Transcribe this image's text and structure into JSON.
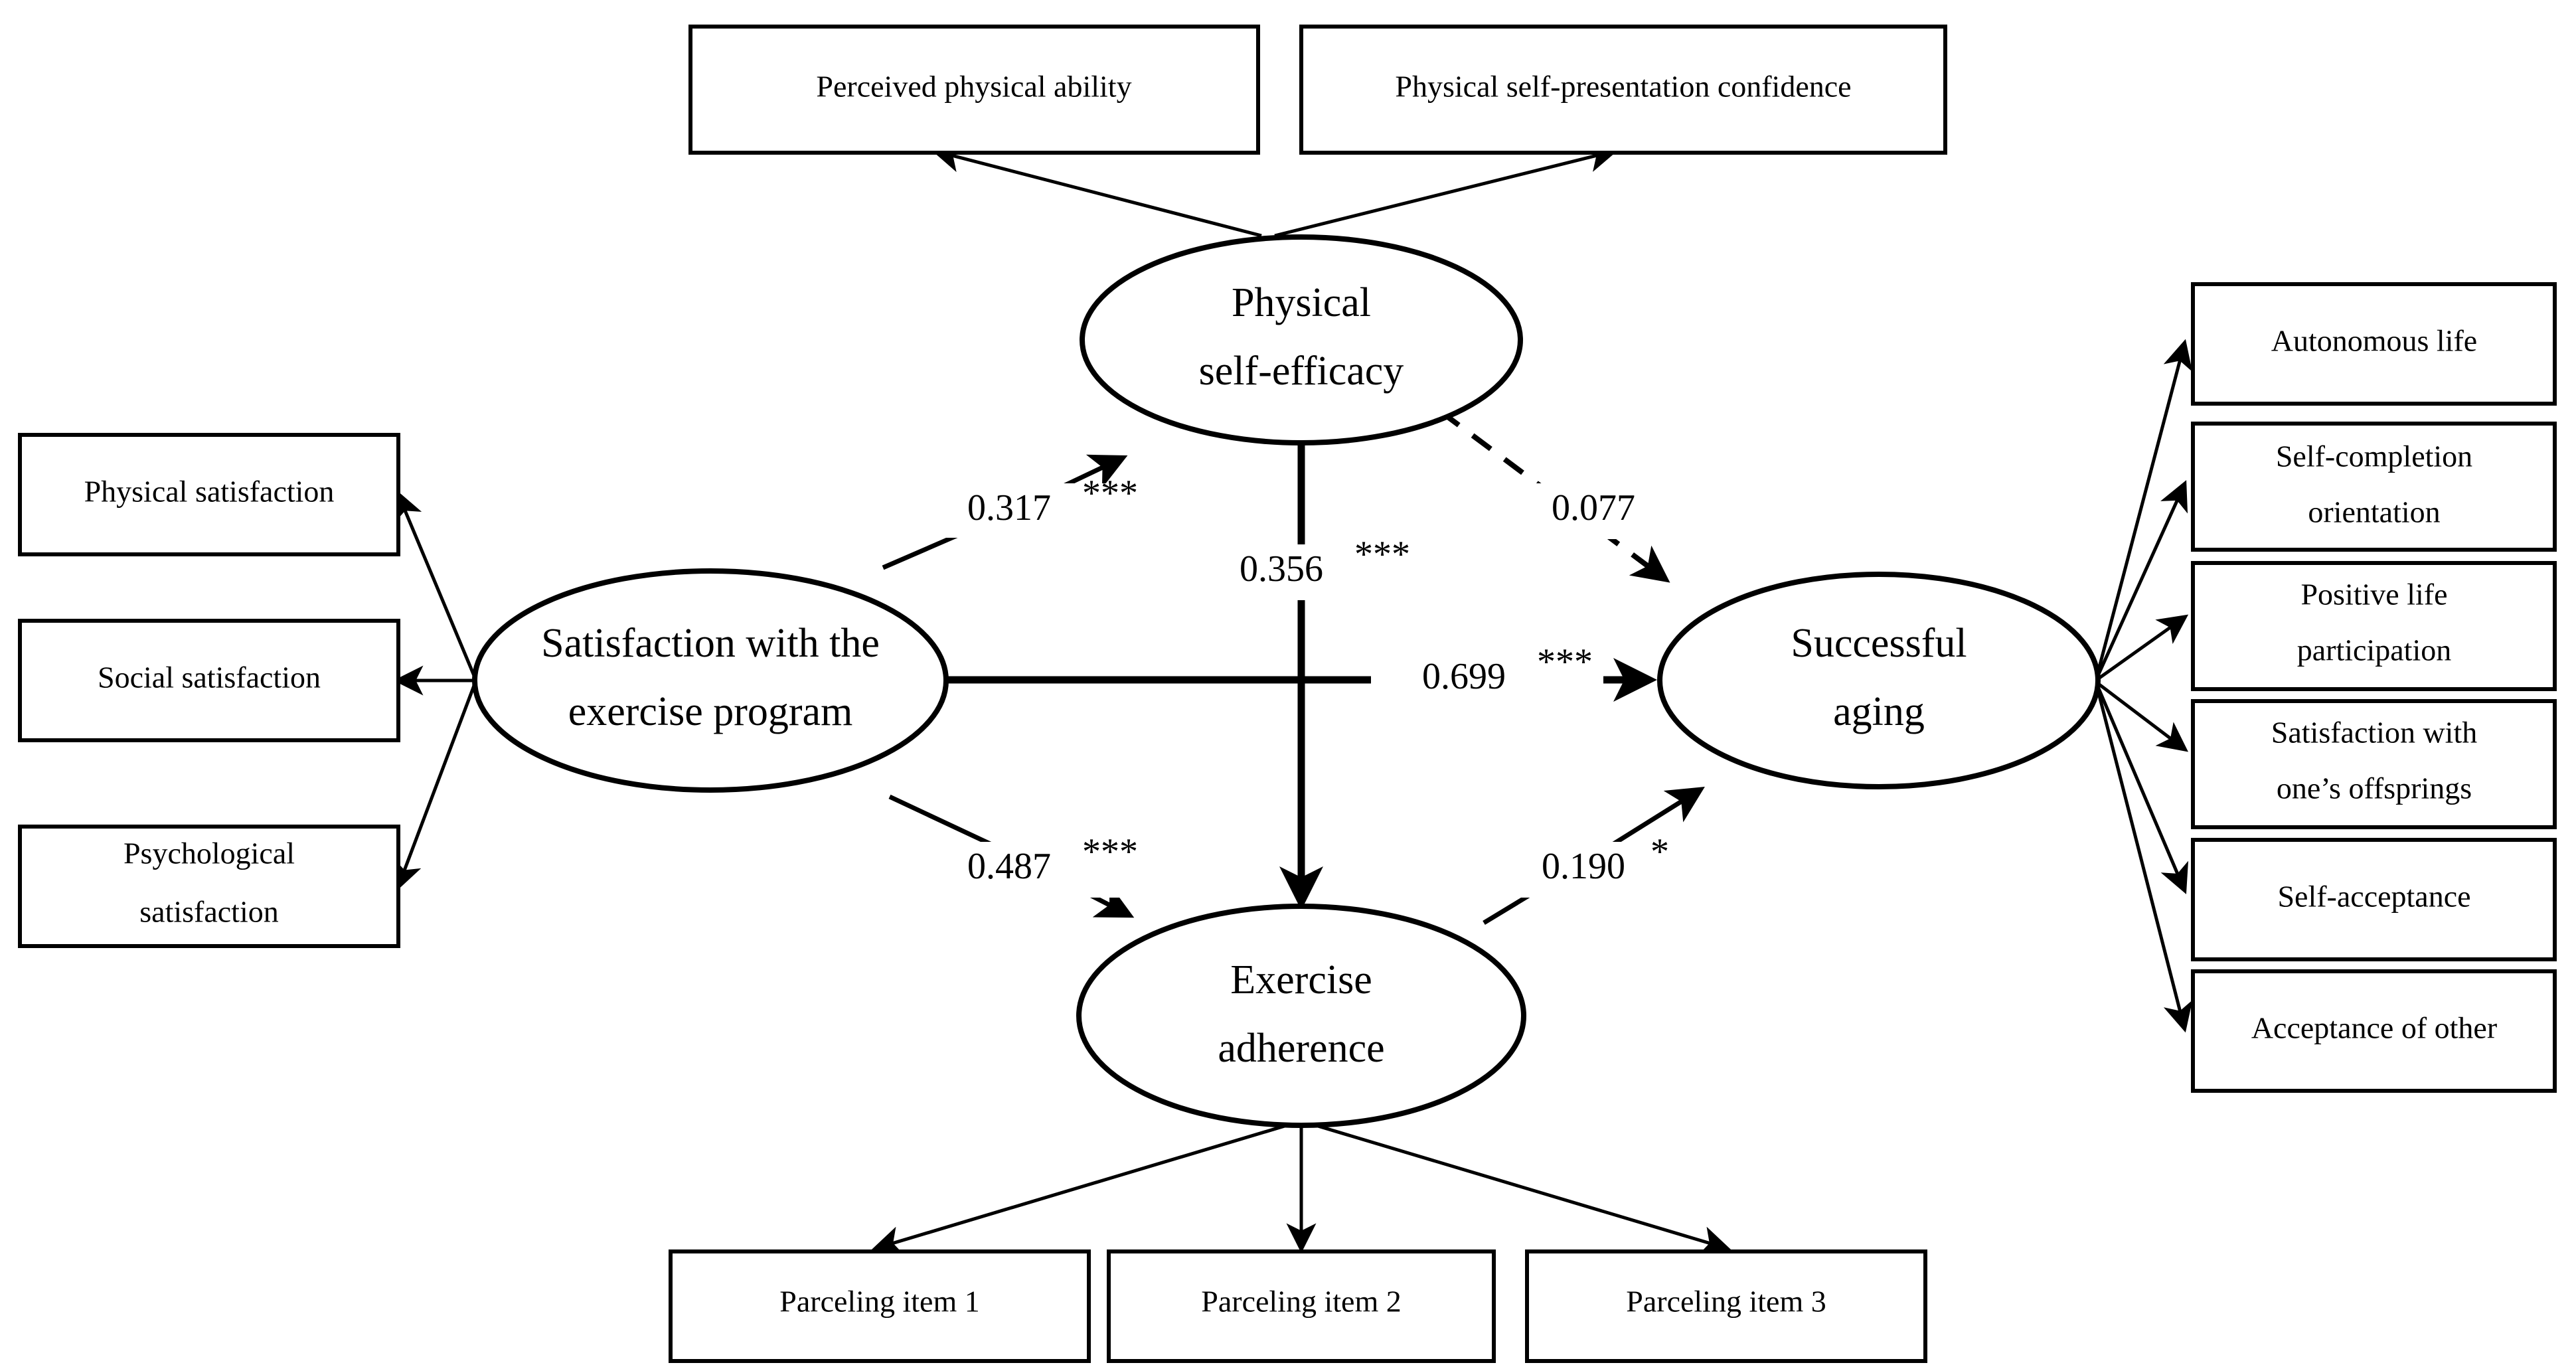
{
  "figure": {
    "type": "structural-equation-model-path-diagram",
    "background_color": "#ffffff",
    "line_color": "#000000"
  },
  "latent_variables": [
    {
      "id": "physical-self-efficacy",
      "line1": "Physical",
      "line2": "self-efficacy"
    },
    {
      "id": "satisfaction-exercise-program",
      "line1": "Satisfaction with the",
      "line2": "exercise program"
    },
    {
      "id": "successful-aging",
      "line1": "Successful",
      "line2": "aging"
    },
    {
      "id": "exercise-adherence",
      "line1": "Exercise",
      "line2": "adherence"
    }
  ],
  "indicators": {
    "physical_self_efficacy": [
      {
        "id": "perceived-physical-ability",
        "line1": "Perceived physical ability",
        "line2": ""
      },
      {
        "id": "physical-self-presentation-confidence",
        "line1": "Physical self-presentation confidence",
        "line2": ""
      }
    ],
    "satisfaction": [
      {
        "id": "physical-satisfaction",
        "line1": "Physical satisfaction",
        "line2": ""
      },
      {
        "id": "social-satisfaction",
        "line1": "Social satisfaction",
        "line2": ""
      },
      {
        "id": "psychological-satisfaction",
        "line1": "Psychological",
        "line2": "satisfaction"
      }
    ],
    "successful_aging": [
      {
        "id": "autonomous-life",
        "line1": "Autonomous  life",
        "line2": ""
      },
      {
        "id": "self-completion-orientation",
        "line1": "Self-completion",
        "line2": "orientation"
      },
      {
        "id": "positive-life-participation",
        "line1": "Positive life",
        "line2": "participation"
      },
      {
        "id": "satisfaction-with-offsprings",
        "line1": "Satisfaction with",
        "line2": "one’s offsprings"
      },
      {
        "id": "self-acceptance",
        "line1": "Self-acceptance",
        "line2": ""
      },
      {
        "id": "acceptance-of-other",
        "line1": "Acceptance of other",
        "line2": ""
      }
    ],
    "exercise_adherence": [
      {
        "id": "parceling-item-1",
        "line1": "Parceling item 1",
        "line2": ""
      },
      {
        "id": "parceling-item-2",
        "line1": "Parceling item 2",
        "line2": ""
      },
      {
        "id": "parceling-item-3",
        "line1": "Parceling item 3",
        "line2": ""
      }
    ]
  },
  "path_coefficients": [
    {
      "id": "sat-to-pse",
      "from": "Satisfaction with the exercise program",
      "to": "Physical self-efficacy",
      "value": "0.317",
      "stars": "***",
      "style": "solid"
    },
    {
      "id": "pse-to-exadh",
      "from": "Physical self-efficacy",
      "to": "Exercise adherence",
      "value": "0.356",
      "stars": "***",
      "style": "solid"
    },
    {
      "id": "pse-to-sa",
      "from": "Physical self-efficacy",
      "to": "Successful aging",
      "value": "0.077",
      "stars": "",
      "style": "dashed"
    },
    {
      "id": "sat-to-sa",
      "from": "Satisfaction with the exercise program",
      "to": "Successful aging",
      "value": "0.699",
      "stars": "***",
      "style": "solid"
    },
    {
      "id": "sat-to-exadh",
      "from": "Satisfaction with the exercise program",
      "to": "Exercise adherence",
      "value": "0.487",
      "stars": "***",
      "style": "solid"
    },
    {
      "id": "exadh-to-sa",
      "from": "Exercise adherence",
      "to": "Successful aging",
      "value": "0.190",
      "stars": "*",
      "style": "solid"
    }
  ],
  "chart_data": {
    "type": "diagram",
    "title": "",
    "nodes": [
      "Physical self-efficacy",
      "Satisfaction with the exercise program",
      "Successful aging",
      "Exercise adherence",
      "Perceived physical ability",
      "Physical self-presentation confidence",
      "Physical satisfaction",
      "Social satisfaction",
      "Psychological satisfaction",
      "Autonomous life",
      "Self-completion orientation",
      "Positive life participation",
      "Satisfaction with one’s offsprings",
      "Self-acceptance",
      "Acceptance of other",
      "Parceling item 1",
      "Parceling item 2",
      "Parceling item 3"
    ],
    "edges": [
      {
        "source": "Satisfaction with the exercise program",
        "target": "Physical self-efficacy",
        "label": "0.317***",
        "value": 0.317,
        "significance": "***",
        "style": "solid"
      },
      {
        "source": "Physical self-efficacy",
        "target": "Exercise adherence",
        "label": "0.356***",
        "value": 0.356,
        "significance": "***",
        "style": "solid"
      },
      {
        "source": "Physical self-efficacy",
        "target": "Successful aging",
        "label": "0.077",
        "value": 0.077,
        "significance": "",
        "style": "dashed"
      },
      {
        "source": "Satisfaction with the exercise program",
        "target": "Successful aging",
        "label": "0.699***",
        "value": 0.699,
        "significance": "***",
        "style": "solid"
      },
      {
        "source": "Satisfaction with the exercise program",
        "target": "Exercise adherence",
        "label": "0.487***",
        "value": 0.487,
        "significance": "***",
        "style": "solid"
      },
      {
        "source": "Exercise adherence",
        "target": "Successful aging",
        "label": "0.190*",
        "value": 0.19,
        "significance": "*",
        "style": "solid"
      }
    ]
  }
}
